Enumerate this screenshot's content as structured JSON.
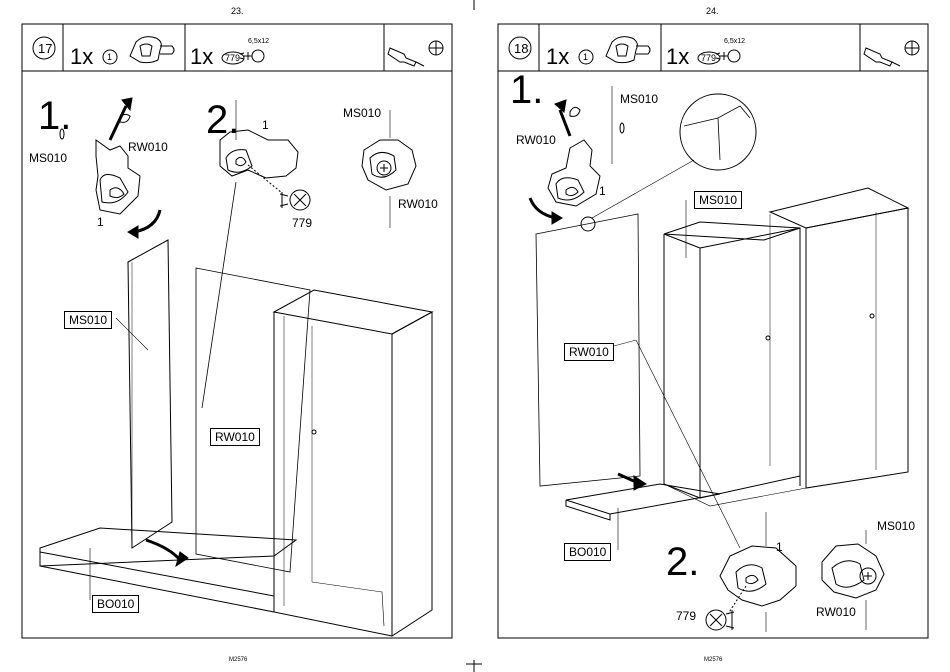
{
  "pages": [
    {
      "page_number": "23.",
      "step_number": "17",
      "parts": [
        {
          "qty": "1x",
          "part_id": "1",
          "icon": "cam-bracket-icon"
        },
        {
          "qty": "1x",
          "part_id": "779",
          "size": "6,5x12",
          "icon": "screw-icon"
        }
      ],
      "tools": [
        "screwdriver-icon",
        "phillips-head-icon"
      ],
      "substep_1": "1.",
      "substep_2": "2.",
      "labels": {
        "ms010_a": "MS010",
        "rw010_a": "RW010",
        "one_a": "1",
        "one_b": "1",
        "ms010_b": "MS010",
        "rw010_b": "RW010",
        "screw": "779",
        "ms010_boxed": "MS010",
        "rw010_boxed": "RW010",
        "bo010_boxed": "BO010"
      },
      "footer": "M2576"
    },
    {
      "page_number": "24.",
      "step_number": "18",
      "parts": [
        {
          "qty": "1x",
          "part_id": "1",
          "icon": "cam-bracket-icon"
        },
        {
          "qty": "1x",
          "part_id": "779",
          "size": "6,5x12",
          "icon": "screw-icon"
        }
      ],
      "tools": [
        "screwdriver-icon",
        "phillips-head-icon"
      ],
      "substep_1": "1.",
      "substep_2": "2.",
      "labels": {
        "ms010_a": "MS010",
        "rw010_a": "RW010",
        "one_a": "1",
        "ms010_boxed": "MS010",
        "rw010_boxed": "RW010",
        "bo010_boxed": "BO010",
        "ms010_b": "MS010",
        "one_b": "1",
        "screw": "779",
        "rw010_b": "RW010"
      },
      "footer": "M2576"
    }
  ]
}
